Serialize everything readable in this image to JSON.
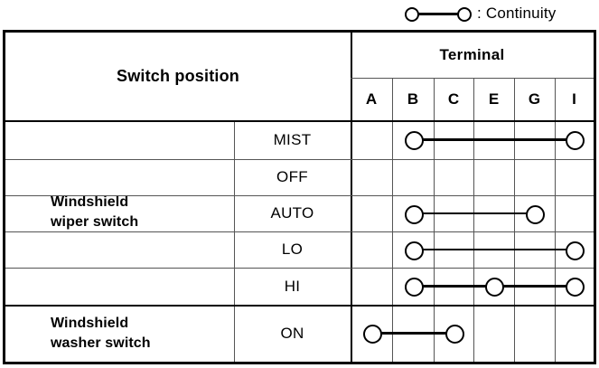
{
  "legend": {
    "icon": "continuity-symbol",
    "label": ": Continuity"
  },
  "table": {
    "header": {
      "switch_position": "Switch position",
      "terminal": "Terminal",
      "terminals": [
        "A",
        "B",
        "C",
        "E",
        "G",
        "I"
      ]
    },
    "groups": [
      {
        "label": "Windshield\nwiper switch",
        "label_line1": "Windshield",
        "label_line2": "wiper switch",
        "rows": [
          {
            "position": "MIST",
            "continuity": [
              "B",
              "I"
            ]
          },
          {
            "position": "OFF",
            "continuity": []
          },
          {
            "position": "AUTO",
            "continuity": [
              "B",
              "G"
            ]
          },
          {
            "position": "LO",
            "continuity": [
              "B",
              "I"
            ]
          },
          {
            "position": "HI",
            "continuity": [
              "B",
              "E",
              "I"
            ]
          }
        ]
      },
      {
        "label": "Windshield\nwasher switch",
        "label_line1": "Windshield",
        "label_line2": "washer switch",
        "rows": [
          {
            "position": "ON",
            "continuity": [
              "A",
              "C"
            ]
          }
        ]
      }
    ]
  },
  "colors": {
    "ink": "#000000",
    "grid_thin": "#555555",
    "background": "#ffffff"
  }
}
